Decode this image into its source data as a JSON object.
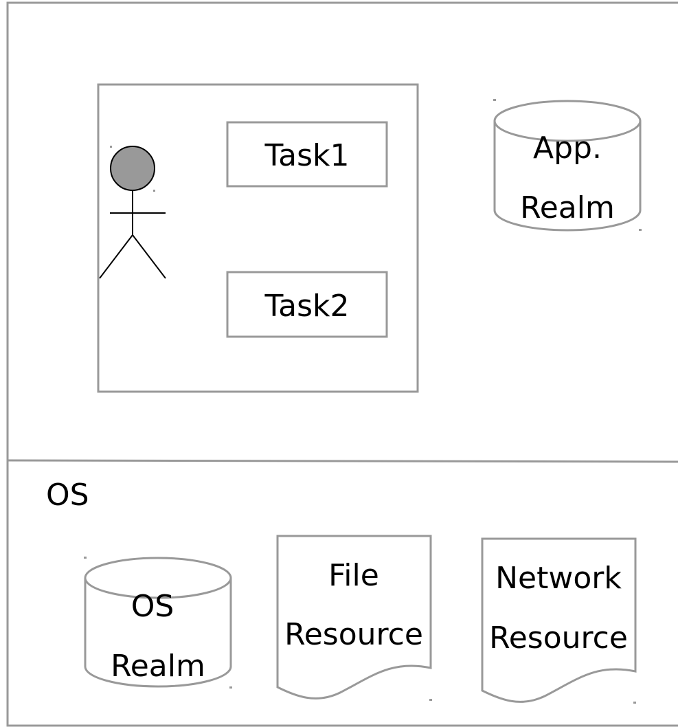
{
  "colors": {
    "stroke": "#999999",
    "actor_head": "#999999",
    "text": "#000000",
    "background": "#ffffff"
  },
  "app_layer": {
    "tasks": [
      {
        "label": "Task1"
      },
      {
        "label": "Task2"
      }
    ],
    "app_realm": {
      "lines": [
        "App.",
        "Realm"
      ],
      "shape": "cylinder"
    }
  },
  "os_layer": {
    "title": "OS",
    "os_realm": {
      "lines": [
        "OS",
        "Realm"
      ],
      "shape": "cylinder"
    },
    "file_resource": {
      "lines": [
        "File",
        "Resource"
      ],
      "shape": "document"
    },
    "network_resource": {
      "lines": [
        "Network",
        "Resource"
      ],
      "shape": "document"
    }
  },
  "actor": {
    "icon": "stick-figure-icon"
  }
}
